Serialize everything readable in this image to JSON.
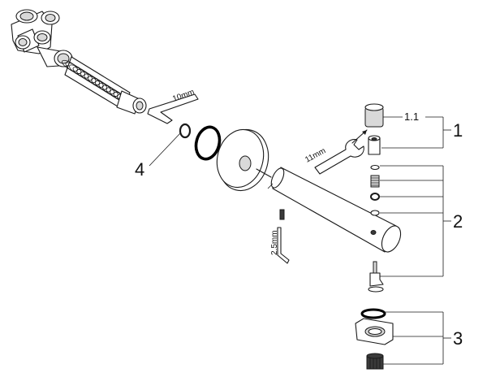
{
  "diagram": {
    "callouts": {
      "c1": "1",
      "c1_1": "1.1",
      "c2": "2",
      "c3": "3",
      "c4": "4"
    },
    "tool_sizes": {
      "hex_key_large": "10mm",
      "wrench": "11mm",
      "hex_key_small": "2.5mm"
    }
  }
}
